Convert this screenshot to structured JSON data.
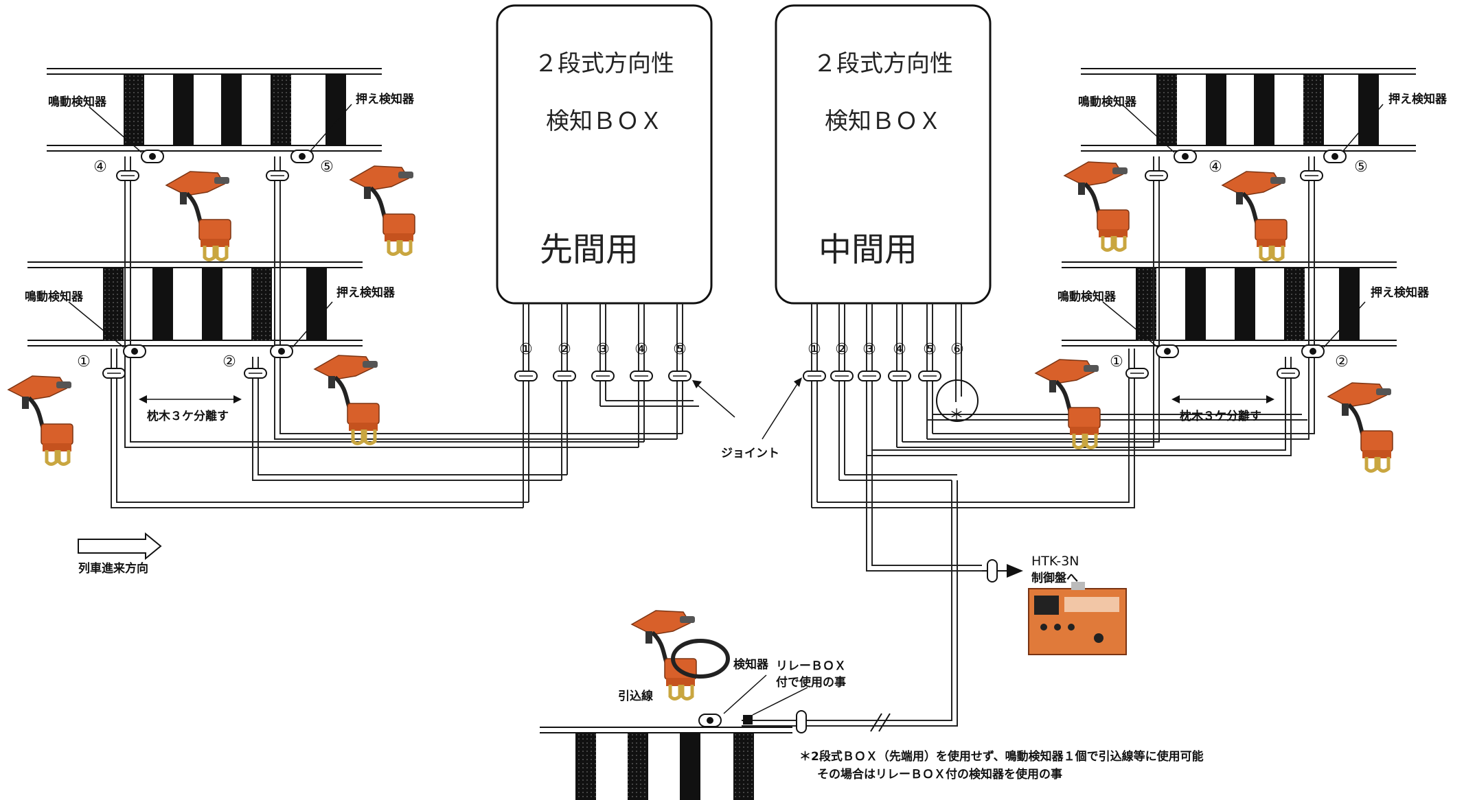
{
  "boxes": {
    "left": {
      "line1": "２段式方向性",
      "line2": "検知ＢＯＸ",
      "usage": "先間用"
    },
    "right": {
      "line1": "２段式方向性",
      "line2": "検知ＢＯＸ",
      "usage": "中間用"
    }
  },
  "terminals": {
    "left": [
      "①",
      "②",
      "③",
      "④",
      "⑤"
    ],
    "right": [
      "①",
      "②",
      "③",
      "④",
      "⑤",
      "⑥"
    ]
  },
  "labels": {
    "sounding_detector": "鳴動検知器",
    "pressing_detector": "押え検知器",
    "sleeper_spacing": "枕木３ケ分離す",
    "joint": "ジョイント",
    "train_direction": "列車進来方向",
    "control_panel_model": "HTK-3N",
    "control_panel_to": "制御盤へ",
    "detector": "検知器",
    "relay_box_line1": "リレーＢＯＸ",
    "relay_box_line2": "付で使用の事",
    "lead_line": "引込線",
    "asterisk": "＊"
  },
  "track_numbers": {
    "left_upper_a": "④",
    "left_upper_b": "⑤",
    "left_lower_a": "①",
    "left_lower_b": "②",
    "right_upper_a": "④",
    "right_upper_b": "⑤",
    "right_lower_a": "①",
    "right_lower_b": "②"
  },
  "notes": {
    "line1": "＊2段式ＢＯＸ（先端用）を使用せず、鳴動検知器１個で引込線等に使用可能",
    "line2": "その場合はリレーＢＯＸ付の検知器を使用の事"
  },
  "colors": {
    "device_orange": "#d8602a",
    "sleeper_dark": "#1a1a1a",
    "panel_orange": "#e07a3a"
  }
}
